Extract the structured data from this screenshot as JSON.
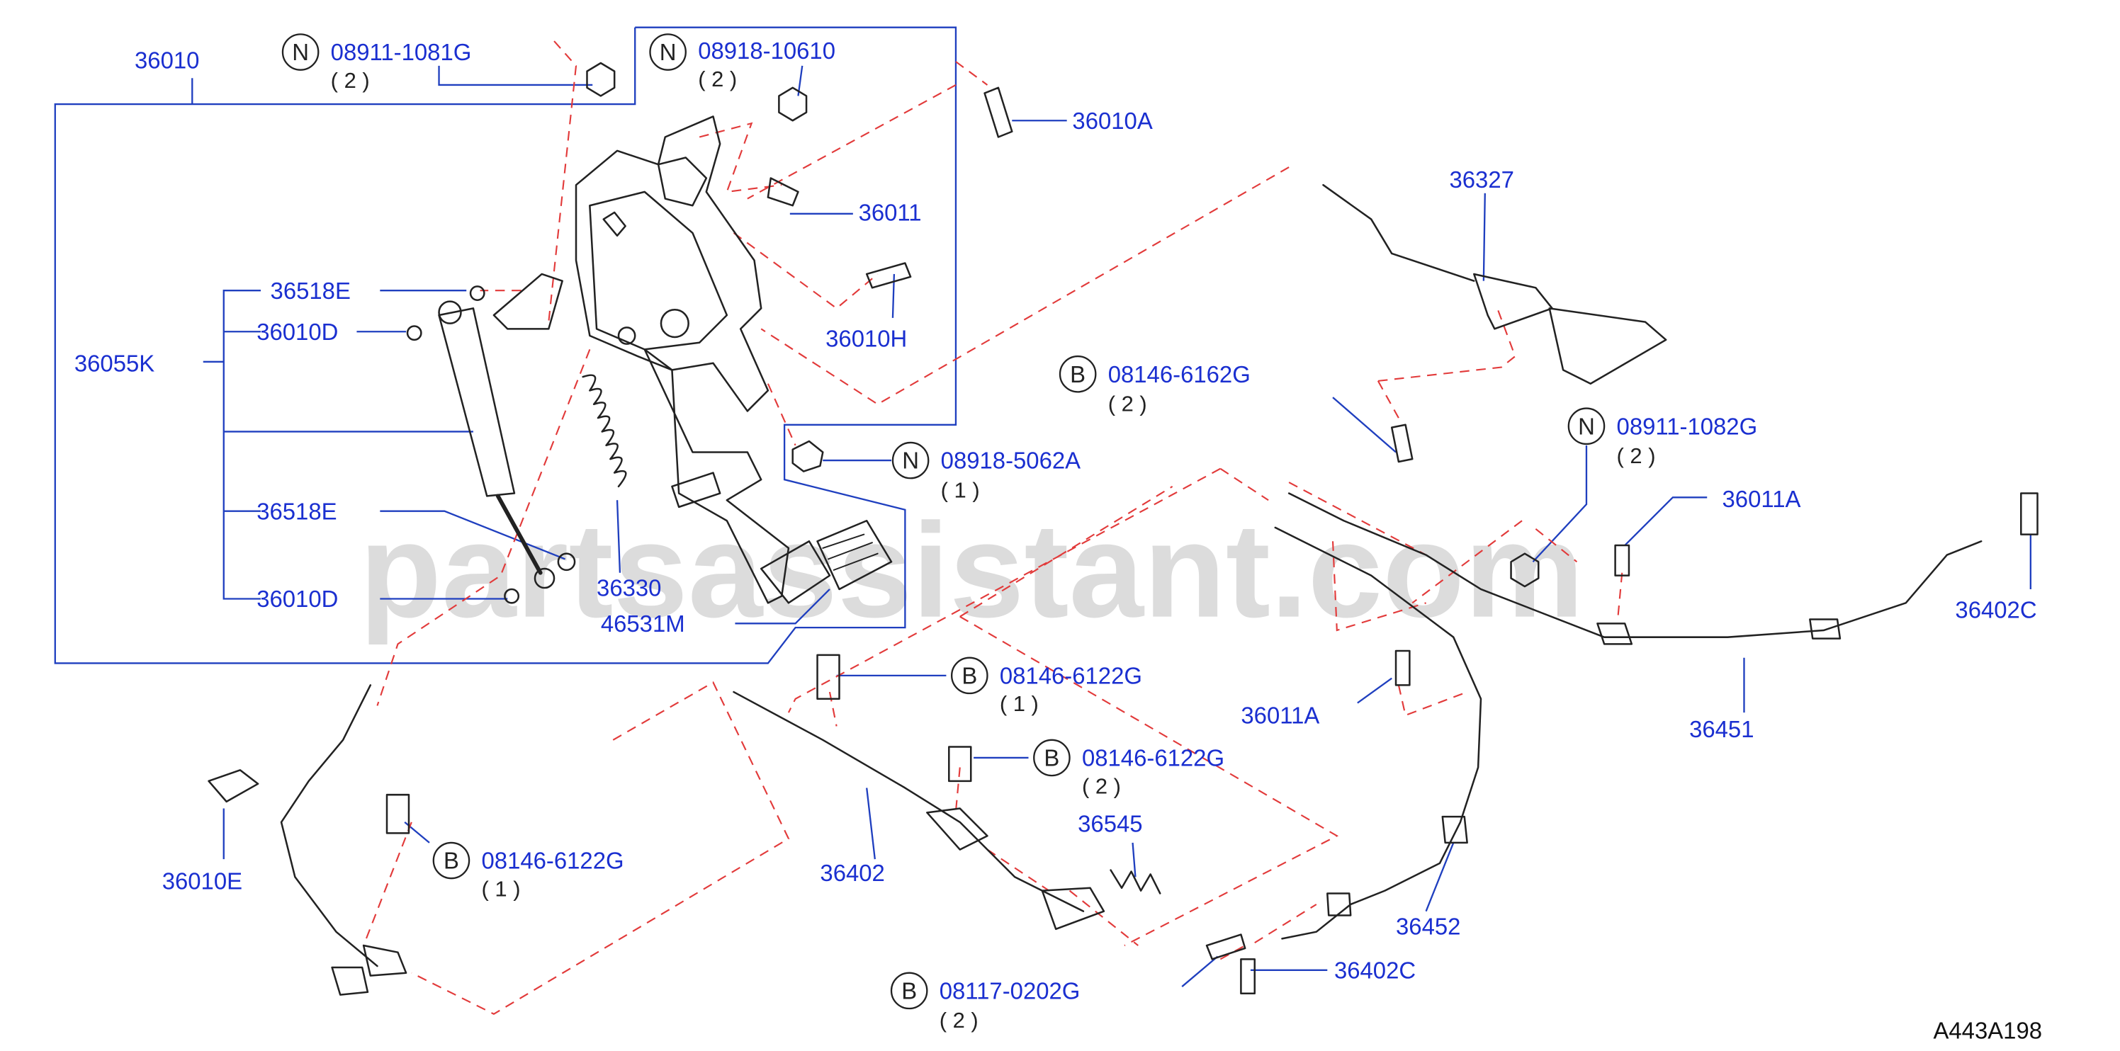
{
  "colors": {
    "leader": "#1f3fbf",
    "label": "#1a2fd0",
    "phantom": "#e23a3a",
    "part": "#222222",
    "watermark": "#dcdcdc"
  },
  "watermark": "partsassistant.com",
  "figure_code": "A443A198",
  "labels": {
    "p36010": "36010",
    "p36010a": "36010A",
    "p36011": "36011",
    "p36010h": "36010H",
    "p36518e_top": "36518E",
    "p36010d_top": "36010D",
    "p36055k": "36055K",
    "p36518e_bot": "36518E",
    "p36010d_bot": "36010D",
    "p36330": "36330",
    "p46531m": "46531M",
    "p36327": "36327",
    "p36011a_r": "36011A",
    "p36402c_r": "36402C",
    "p36451": "36451",
    "p36011a_m": "36011A",
    "p36452": "36452",
    "p36402c_b": "36402C",
    "p36545": "36545",
    "p36402": "36402",
    "p36010e": "36010E"
  },
  "callouts": {
    "n1": {
      "badge": "N",
      "part": "08911-1081G",
      "qty": "( 2 )"
    },
    "n2": {
      "badge": "N",
      "part": "08918-10610",
      "qty": "( 2 )"
    },
    "n3": {
      "badge": "N",
      "part": "08918-5062A",
      "qty": "( 1 )"
    },
    "n4": {
      "badge": "N",
      "part": "08911-1082G",
      "qty": "( 2 )"
    },
    "b1": {
      "badge": "B",
      "part": "08146-6162G",
      "qty": "( 2 )"
    },
    "b2": {
      "badge": "B",
      "part": "08146-6122G",
      "qty": "( 1 )"
    },
    "b3": {
      "badge": "B",
      "part": "08146-6122G",
      "qty": "( 2 )"
    },
    "b4": {
      "badge": "B",
      "part": "08146-6122G",
      "qty": "( 1 )"
    },
    "b5": {
      "badge": "B",
      "part": "08117-0202G",
      "qty": "( 2 )"
    }
  }
}
